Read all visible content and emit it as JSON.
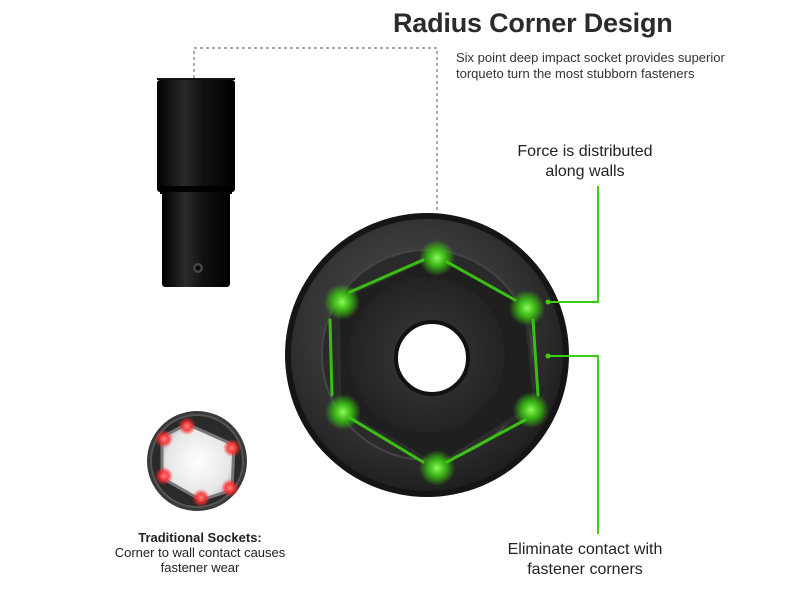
{
  "title": "Radius Corner Design",
  "subtitle": "Six point deep impact socket provides superior torqueto turn the most stubborn fasteners",
  "callouts": {
    "force": "Force is distributed along walls",
    "eliminate": "Eliminate contact with fastener corners"
  },
  "traditional": {
    "title": "Traditional Sockets:",
    "text": "Corner to wall contact causes fastener wear"
  },
  "colors": {
    "accent_green": "#3ccf10",
    "contact_red": "#ff2a2a",
    "socket_black": "#0d0d0d"
  }
}
